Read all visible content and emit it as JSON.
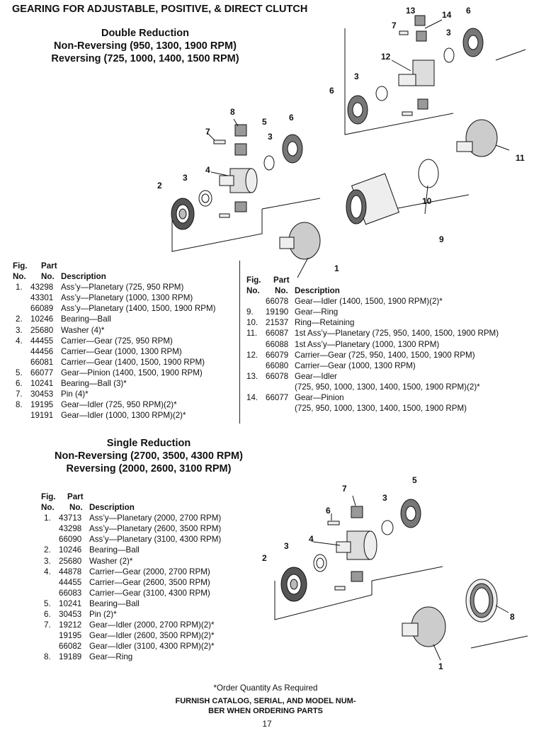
{
  "title": "GEARING FOR ADJUSTABLE, POSITIVE, & DIRECT CLUTCH",
  "double": {
    "heading": [
      "Double Reduction",
      "Non-Reversing (950, 1300, 1900 RPM)",
      "Reversing (725, 1000, 1400, 1500 RPM)"
    ],
    "col_headers": {
      "fig1": "Fig.",
      "part1": "Part",
      "fig2": "No.",
      "part2": "No.",
      "desc": "Description"
    },
    "left_items": [
      {
        "fig": "1.",
        "part": "43298",
        "desc": "Ass’y—Planetary (725, 950 RPM)"
      },
      {
        "fig": "",
        "part": "43301",
        "desc": "Ass’y—Planetary (1000, 1300 RPM)"
      },
      {
        "fig": "",
        "part": "66089",
        "desc": "Ass’y—Planetary (1400, 1500, 1900 RPM)"
      },
      {
        "fig": "2.",
        "part": "10246",
        "desc": "Bearing—Ball"
      },
      {
        "fig": "3.",
        "part": "25680",
        "desc": "Washer (4)*"
      },
      {
        "fig": "4.",
        "part": "44455",
        "desc": "Carrier—Gear (725, 950 RPM)"
      },
      {
        "fig": "",
        "part": "44456",
        "desc": "Carrier—Gear (1000, 1300 RPM)"
      },
      {
        "fig": "",
        "part": "66081",
        "desc": "Carrier—Gear (1400, 1500, 1900 RPM)"
      },
      {
        "fig": "5.",
        "part": "66077",
        "desc": "Gear—Pinion (1400, 1500, 1900 RPM)"
      },
      {
        "fig": "6.",
        "part": "10241",
        "desc": "Bearing—Ball (3)*"
      },
      {
        "fig": "7.",
        "part": "30453",
        "desc": "Pin (4)*"
      },
      {
        "fig": "8.",
        "part": "19195",
        "desc": "Gear—Idler (725, 950 RPM)(2)*"
      },
      {
        "fig": "",
        "part": "19191",
        "desc": "Gear—Idler (1000, 1300 RPM)(2)*"
      }
    ],
    "right_items": [
      {
        "fig": "",
        "part": "66078",
        "desc": "Gear—Idler (1400, 1500, 1900 RPM)(2)*"
      },
      {
        "fig": "9.",
        "part": "19190",
        "desc": "Gear—Ring"
      },
      {
        "fig": "10.",
        "part": "21537",
        "desc": "Ring—Retaining"
      },
      {
        "fig": "11.",
        "part": "66087",
        "desc": "1st Ass’y—Planetary (725, 950, 1400, 1500, 1900 RPM)"
      },
      {
        "fig": "",
        "part": "66088",
        "desc": "1st Ass’y—Planetary (1000, 1300 RPM)"
      },
      {
        "fig": "12.",
        "part": "66079",
        "desc": "Carrier—Gear (725, 950, 1400, 1500, 1900 RPM)"
      },
      {
        "fig": "",
        "part": "66080",
        "desc": "Carrier—Gear (1000, 1300 RPM)"
      },
      {
        "fig": "13.",
        "part": "66078",
        "desc": "Gear—Idler"
      },
      {
        "fig": "",
        "part": "",
        "desc": "(725, 950, 1000, 1300, 1400, 1500, 1900 RPM)(2)*"
      },
      {
        "fig": "14.",
        "part": "66077",
        "desc": "Gear—Pinion"
      },
      {
        "fig": "",
        "part": "",
        "desc": "(725, 950, 1000, 1300, 1400, 1500, 1900  RPM)"
      }
    ],
    "callouts": [
      "1",
      "2",
      "3",
      "4",
      "5",
      "6",
      "7",
      "8",
      "9",
      "10",
      "11",
      "12",
      "13",
      "14"
    ]
  },
  "single": {
    "heading": [
      "Single Reduction",
      "Non-Reversing (2700, 3500, 4300 RPM)",
      "Reversing (2000, 2600, 3100 RPM)"
    ],
    "col_headers": {
      "fig1": "Fig.",
      "part1": "Part",
      "fig2": "No.",
      "part2": "No.",
      "desc": "Description"
    },
    "items": [
      {
        "fig": "1.",
        "part": "43713",
        "desc": "Ass’y—Planetary (2000, 2700 RPM)"
      },
      {
        "fig": "",
        "part": "43298",
        "desc": "Ass’y—Planetary (2600, 3500 RPM)"
      },
      {
        "fig": "",
        "part": "66090",
        "desc": "Ass’y—Planetary (3100, 4300 RPM)"
      },
      {
        "fig": "2.",
        "part": "10246",
        "desc": "Bearing—Ball"
      },
      {
        "fig": "3.",
        "part": "25680",
        "desc": "Washer (2)*"
      },
      {
        "fig": "4.",
        "part": "44878",
        "desc": "Carrier—Gear (2000, 2700 RPM)"
      },
      {
        "fig": "",
        "part": "44455",
        "desc": "Carrier—Gear (2600, 3500 RPM)"
      },
      {
        "fig": "",
        "part": "66083",
        "desc": "Carrier—Gear (3100, 4300 RPM)"
      },
      {
        "fig": "5.",
        "part": "10241",
        "desc": "Bearing—Ball"
      },
      {
        "fig": "6.",
        "part": "30453",
        "desc": "Pin (2)*"
      },
      {
        "fig": "7.",
        "part": "19212",
        "desc": "Gear—Idler (2000, 2700 RPM)(2)*"
      },
      {
        "fig": "",
        "part": "19195",
        "desc": "Gear—Idler (2600, 3500 RPM)(2)*"
      },
      {
        "fig": "",
        "part": "66082",
        "desc": "Gear—Idler (3100, 4300 RPM)(2)*"
      },
      {
        "fig": "8.",
        "part": "19189",
        "desc": "Gear—Ring"
      }
    ],
    "callouts": [
      "1",
      "2",
      "3",
      "4",
      "5",
      "6",
      "7",
      "8"
    ]
  },
  "footnote": "*Order Quantity As Required",
  "furnish": [
    "FURNISH CATALOG, SERIAL, AND MODEL NUM-",
    "BER WHEN ORDERING PARTS"
  ],
  "page_number": "17"
}
